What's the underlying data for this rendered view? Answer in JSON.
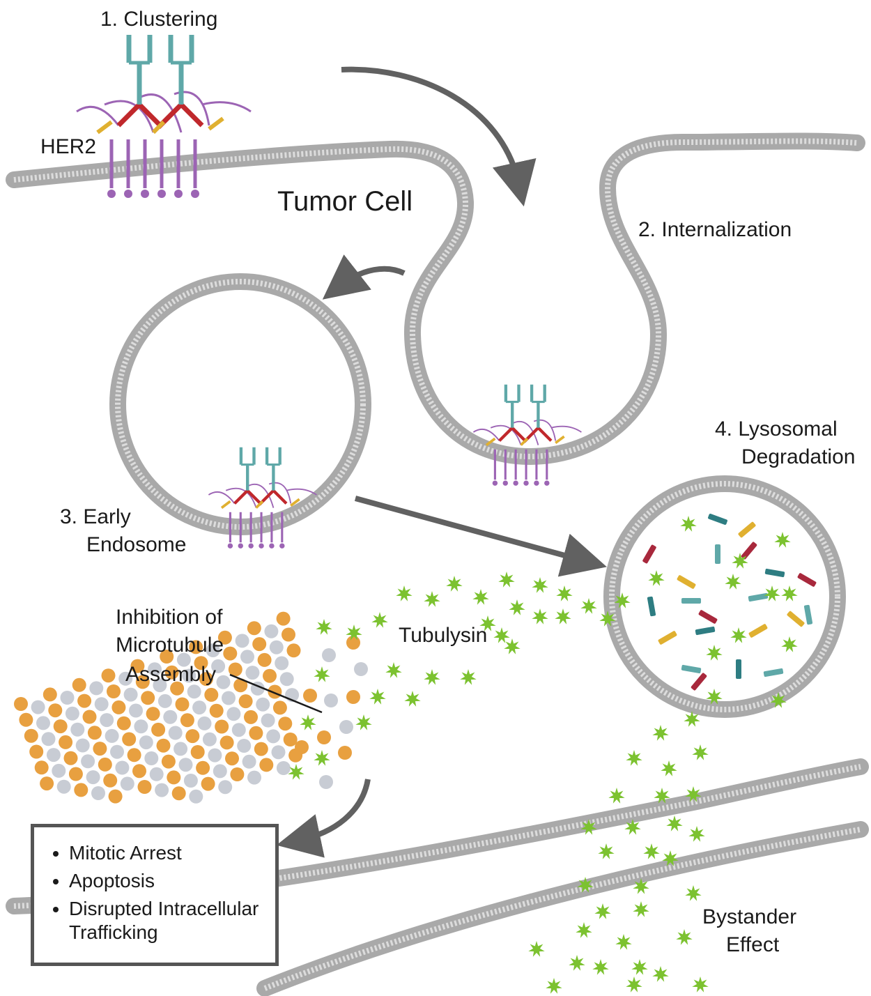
{
  "labels": {
    "clustering": "1. Clustering",
    "her2": "HER2",
    "tumor_cell": "Tumor Cell",
    "internalization": "2. Internalization",
    "early_endosome_line1": "3. Early",
    "early_endosome_line2": "Endosome",
    "lysosomal_line1": "4. Lysosomal",
    "lysosomal_line2": "Degradation",
    "inhibition_line1": "Inhibition of",
    "inhibition_line2": "Microtubule",
    "inhibition_line3": "Assembly",
    "tubulysin": "Tubulysin",
    "bystander_line1": "Bystander",
    "bystander_line2": "Effect"
  },
  "outcomes": {
    "items": [
      {
        "line1": "Mitotic Arrest",
        "line2": ""
      },
      {
        "line1": "Apoptosis",
        "line2": ""
      },
      {
        "line1": "Disrupted Intracellular",
        "line2": "Trafficking"
      }
    ]
  },
  "colors": {
    "membrane": "#a9a9a9",
    "membrane_light": "#dcdcdc",
    "arrow": "#616161",
    "her2_receptor": "#9c64b4",
    "antibody": "#5fa8a8",
    "linker_red": "#c0282c",
    "linker_yellow": "#e0b030",
    "payload_green": "#7cc230",
    "tubulin_orange": "#e8a040",
    "tubulin_grey": "#c8ccd4",
    "fragment_teal": "#2e7d82",
    "fragment_red": "#a8283c"
  },
  "icons": {
    "payload": "green-star-icon",
    "antibody": "antibody-icon",
    "receptor": "her2-receptor-icon"
  }
}
